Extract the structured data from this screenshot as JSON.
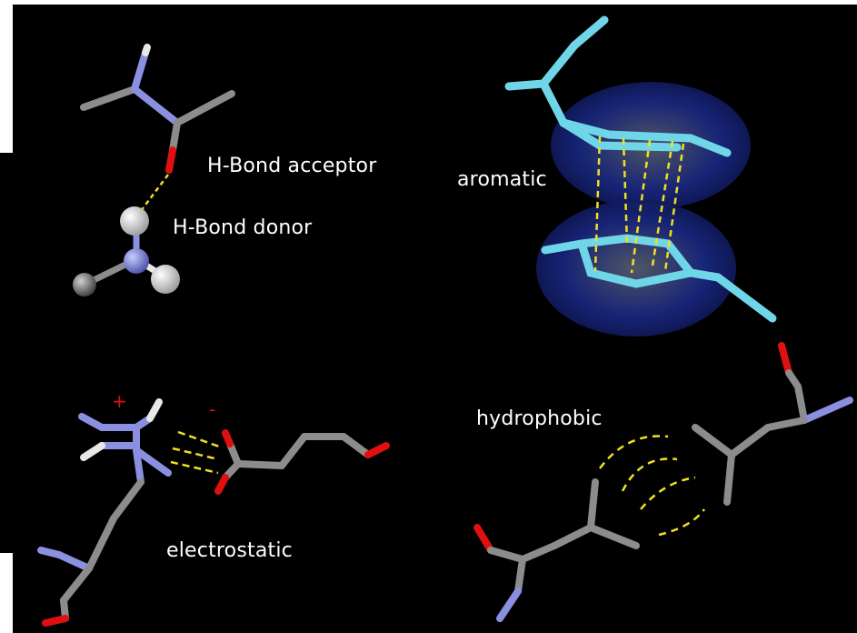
{
  "labels": {
    "hbond_acceptor": "H-Bond acceptor",
    "hbond_donor": "H-Bond donor",
    "aromatic": "aromatic",
    "hydrophobic": "hydrophobic",
    "electrostatic": "electrostatic",
    "plus": "+",
    "minus": "-"
  },
  "colors": {
    "background": "#000000",
    "carbon": "#8c8c8c",
    "nitrogen": "#8a8fe0",
    "oxygen": "#e01010",
    "hydrogen": "#e8e8e8",
    "aromatic_carbon": "#6fd6e8",
    "interaction_line": "#f0e020",
    "surface": "#1c2a8c"
  },
  "icons": [
    "stick-molecule",
    "ball-and-stick-molecule",
    "vdw-surface"
  ]
}
